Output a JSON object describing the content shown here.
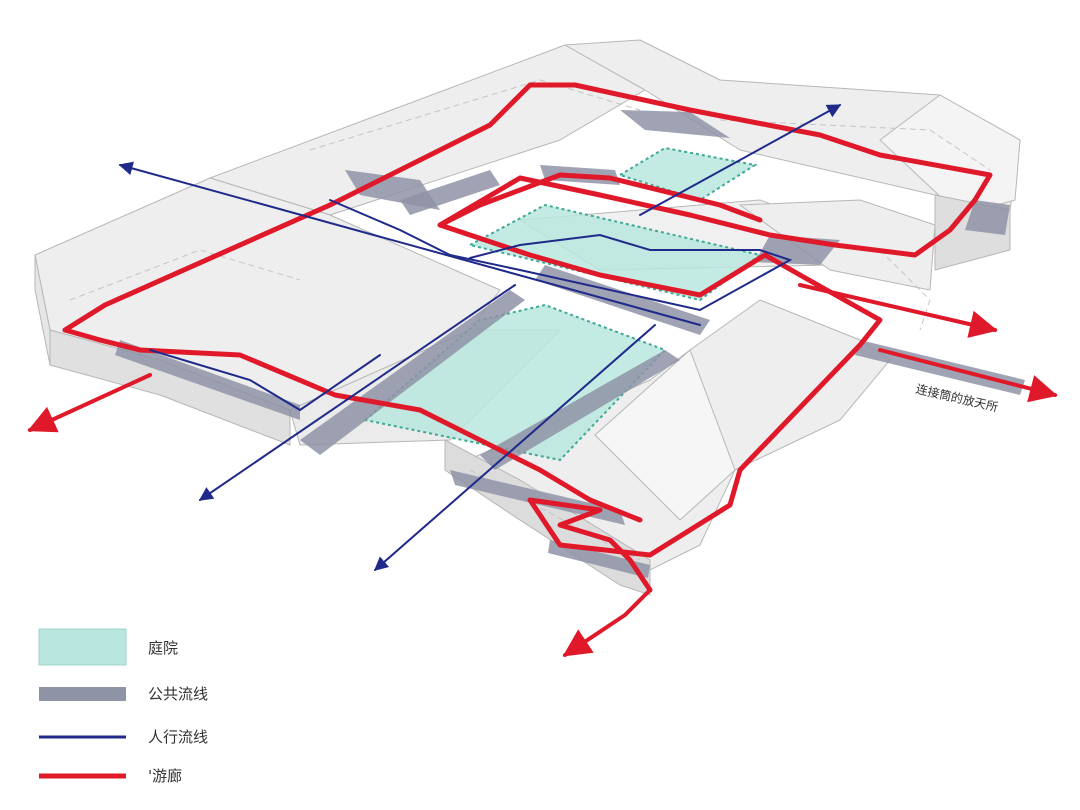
{
  "annotation": "连接筒的放天所",
  "legend": [
    {
      "label": "庭院",
      "color": "#b9e6de",
      "kind": "area"
    },
    {
      "label": "公共流线",
      "color": "#8f93a6",
      "kind": "band"
    },
    {
      "label": "人行流线",
      "color": "#1f2a8a",
      "kind": "line"
    },
    {
      "label": "'游廊",
      "color": "#e0192a",
      "kind": "line"
    }
  ],
  "colors": {
    "courtyard": "#b9e6de",
    "courtyard_edge": "#3fa896",
    "public_flow": "#8f93a6",
    "pedestrian": "#1f2a8a",
    "corridor": "#e0192a",
    "building_fill": "#ececec",
    "building_edge": "#b7b7b7"
  }
}
